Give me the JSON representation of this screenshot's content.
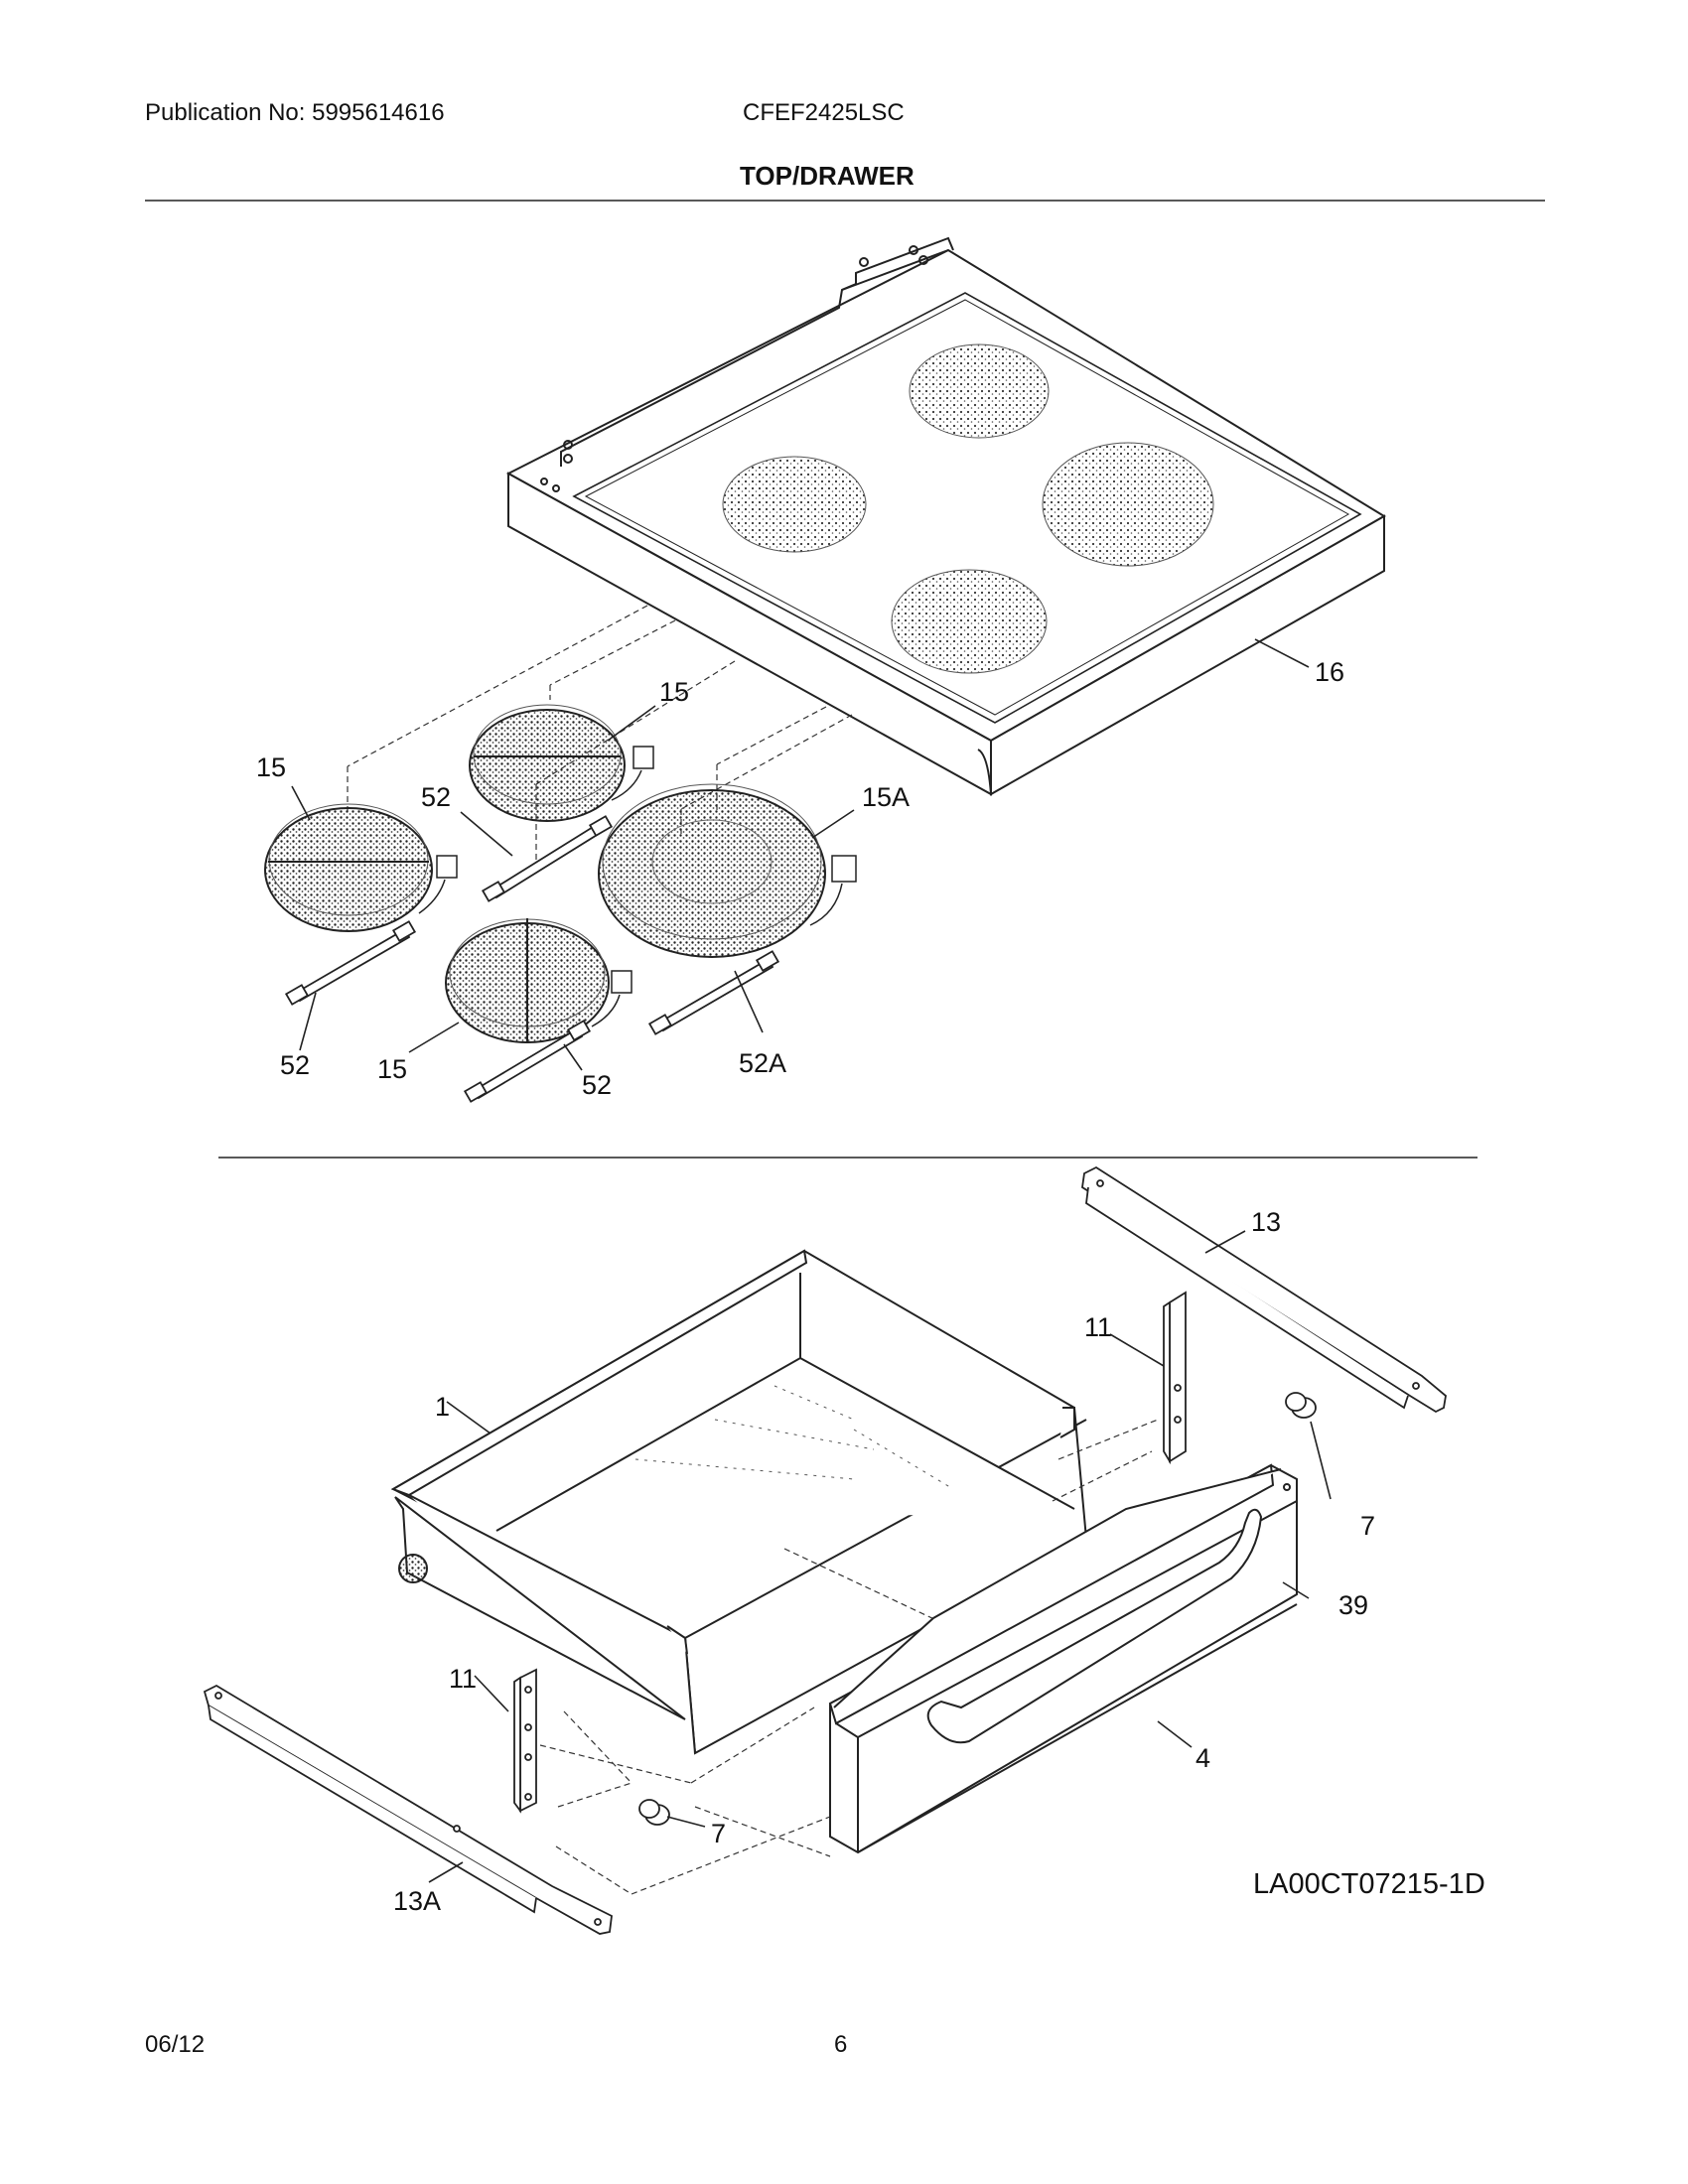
{
  "header": {
    "publication": "Publication No: 5995614616",
    "model": "CFEF2425LSC",
    "section_title": "TOP/DRAWER"
  },
  "diagram": {
    "callouts_top": [
      "16",
      "15",
      "15",
      "15A",
      "52",
      "52",
      "15",
      "52",
      "52A",
      "15"
    ],
    "callouts_bottom": [
      "13",
      "11",
      "1",
      "7",
      "39",
      "11",
      "4",
      "7",
      "13A"
    ],
    "reference_code": "LA00CT07215-1D"
  },
  "footer": {
    "date": "06/12",
    "page": "6"
  }
}
